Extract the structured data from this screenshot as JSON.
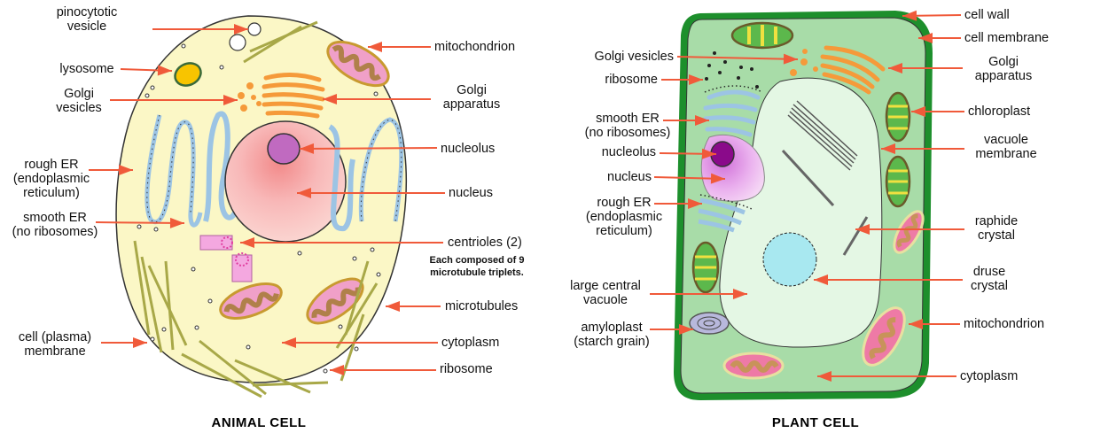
{
  "colors": {
    "arrow": "#f05a3a",
    "animal_cytoplasm": "#fbf7c6",
    "plant_wall": "#1d8f2c",
    "plant_cytoplasm": "#a8dca8",
    "vacuole": "#e4f7e4",
    "nucleus_animal": "#f9c4c4",
    "nucleolus": "#c06ac0",
    "golgi": "#f59a3a",
    "er": "#9cc4e4",
    "mito_inner": "#ee7aa6",
    "mito_cristae": "#c8935a",
    "lysosome": "#f8c400",
    "microtubule": "#cfd27a"
  },
  "animal_cell": {
    "title": "ANIMAL CELL",
    "labels": [
      {
        "id": "pinocytotic-vesicle",
        "lines": [
          "pinocytotic",
          "vesicle"
        ]
      },
      {
        "id": "lysosome",
        "lines": [
          "lysosome"
        ]
      },
      {
        "id": "golgi-vesicles",
        "lines": [
          "Golgi",
          "vesicles"
        ]
      },
      {
        "id": "rough-er",
        "lines": [
          "rough ER",
          "(endoplasmic",
          "reticulum)"
        ]
      },
      {
        "id": "smooth-er",
        "lines": [
          "smooth ER",
          "(no ribosomes)"
        ]
      },
      {
        "id": "cell-plasma-membrane",
        "lines": [
          "cell (plasma)",
          "membrane"
        ]
      },
      {
        "id": "mitochondrion",
        "lines": [
          "mitochondrion"
        ]
      },
      {
        "id": "golgi-apparatus",
        "lines": [
          "Golgi",
          "apparatus"
        ]
      },
      {
        "id": "nucleolus",
        "lines": [
          "nucleolus"
        ]
      },
      {
        "id": "nucleus",
        "lines": [
          "nucleus"
        ]
      },
      {
        "id": "centrioles",
        "lines": [
          "centrioles (2)"
        ]
      },
      {
        "id": "microtubules",
        "lines": [
          "microtubules"
        ]
      },
      {
        "id": "cytoplasm",
        "lines": [
          "cytoplasm"
        ]
      },
      {
        "id": "ribosome",
        "lines": [
          "ribosome"
        ]
      }
    ],
    "centriole_note": [
      "Each composed of 9",
      "microtubule triplets."
    ]
  },
  "plant_cell": {
    "title": "PLANT CELL",
    "labels": [
      {
        "id": "golgi-vesicles",
        "lines": [
          "Golgi vesicles"
        ]
      },
      {
        "id": "ribosome",
        "lines": [
          "ribosome"
        ]
      },
      {
        "id": "smooth-er",
        "lines": [
          "smooth ER",
          "(no ribosomes)"
        ]
      },
      {
        "id": "nucleolus",
        "lines": [
          "nucleolus"
        ]
      },
      {
        "id": "nucleus",
        "lines": [
          "nucleus"
        ]
      },
      {
        "id": "rough-er",
        "lines": [
          "rough ER",
          "(endoplasmic",
          "reticulum)"
        ]
      },
      {
        "id": "large-central-vacuole",
        "lines": [
          "large central",
          "vacuole"
        ]
      },
      {
        "id": "amyloplast",
        "lines": [
          "amyloplast",
          "(starch grain)"
        ]
      },
      {
        "id": "cell-wall",
        "lines": [
          "cell wall"
        ]
      },
      {
        "id": "cell-membrane",
        "lines": [
          "cell membrane"
        ]
      },
      {
        "id": "golgi-apparatus",
        "lines": [
          "Golgi",
          "apparatus"
        ]
      },
      {
        "id": "chloroplast",
        "lines": [
          "chloroplast"
        ]
      },
      {
        "id": "vacuole-membrane",
        "lines": [
          "vacuole",
          "membrane"
        ]
      },
      {
        "id": "raphide-crystal",
        "lines": [
          "raphide",
          "crystal"
        ]
      },
      {
        "id": "druse-crystal",
        "lines": [
          "druse",
          "crystal"
        ]
      },
      {
        "id": "mitochondrion",
        "lines": [
          "mitochondrion"
        ]
      },
      {
        "id": "cytoplasm",
        "lines": [
          "cytoplasm"
        ]
      }
    ]
  }
}
